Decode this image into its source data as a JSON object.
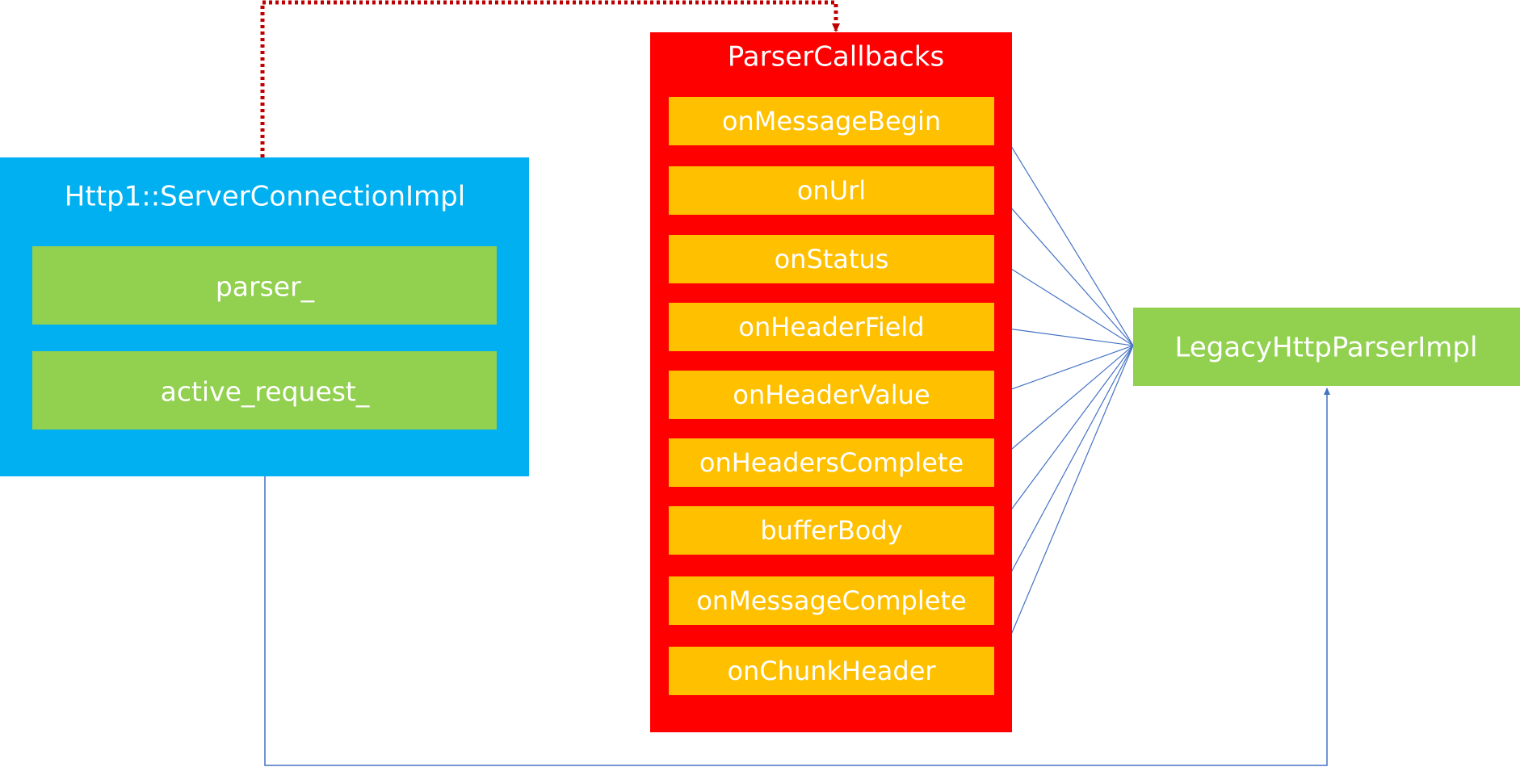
{
  "server_connection": {
    "title": "Http1::ServerConnectionImpl",
    "fields": [
      "parser_",
      "active_request_"
    ]
  },
  "parser_callbacks": {
    "title": "ParserCallbacks",
    "items": [
      "onMessageBegin",
      "onUrl",
      "onStatus",
      "onHeaderField",
      "onHeaderValue",
      "onHeadersComplete",
      "bufferBody",
      "onMessageComplete",
      "onChunkHeader"
    ]
  },
  "legacy_parser": {
    "title": "LegacyHttpParserImpl"
  },
  "colors": {
    "server_box": "#00b0f0",
    "field_box": "#92d050",
    "callbacks_box": "#ff0000",
    "callback_item": "#ffc000",
    "legacy_box": "#92d050",
    "connector_blue": "#4472c4",
    "connector_red": "#c00000",
    "text": "#ffffff"
  }
}
